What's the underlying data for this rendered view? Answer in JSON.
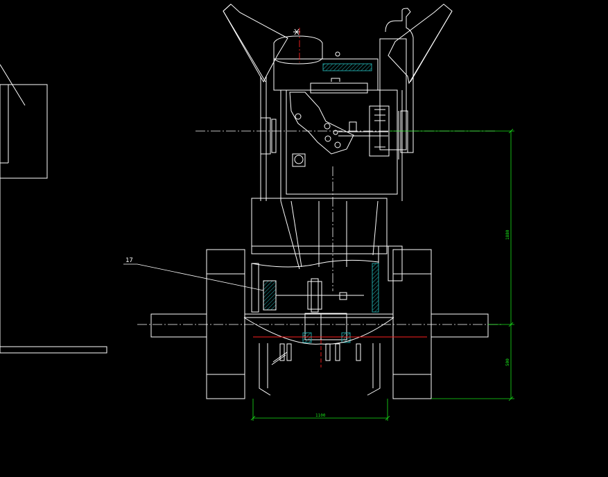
{
  "drawing": {
    "background": "#000000",
    "line_color": "#ffffff",
    "centerline_color": "#ff2020",
    "dimension_color": "#19e619",
    "hatch_color": "#20a0a0"
  },
  "callouts": {
    "part_17": "17"
  },
  "dimensions": {
    "vertical_upper": "1880",
    "vertical_lower": "500",
    "horizontal_width": "1100"
  }
}
